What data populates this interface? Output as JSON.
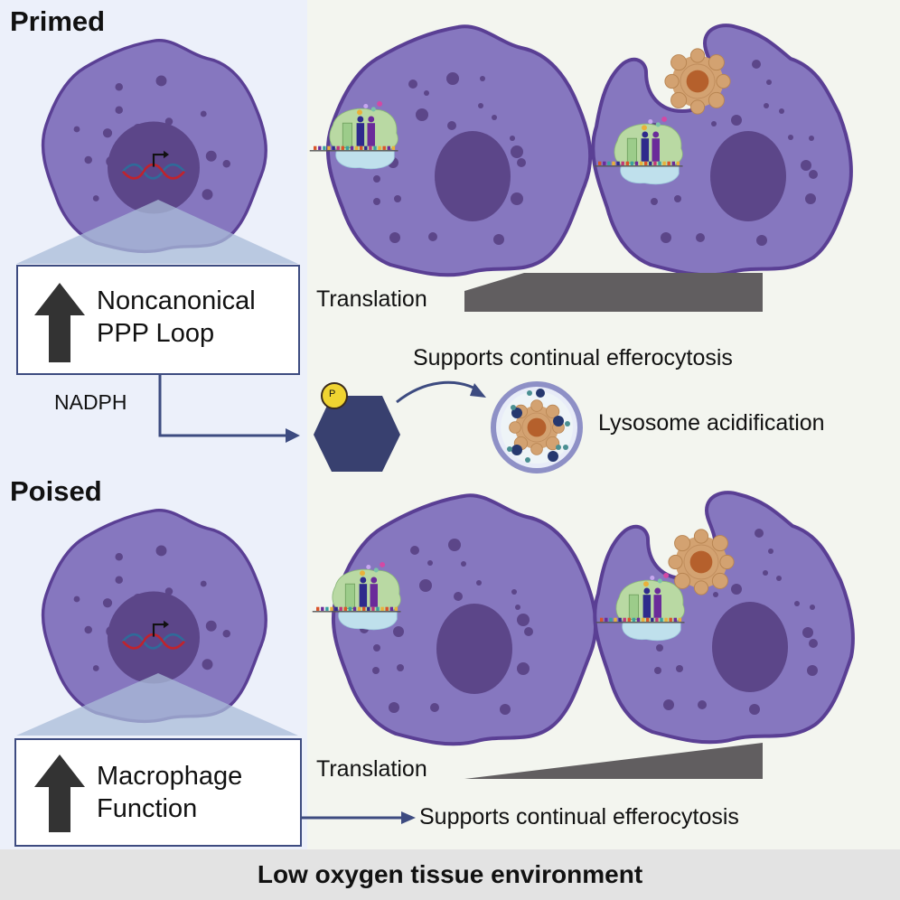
{
  "colors": {
    "left_bg": "#ecf0fa",
    "right_bg": "#f3f5ef",
    "footer_bg": "#e3e3e3",
    "cell_fill": "#8677bf",
    "cell_stroke": "#5a3f94",
    "nucleus": "#5c4689",
    "arrow_blue": "#3d4b80",
    "hexagon": "#38406f",
    "phosphate": "#f0d431",
    "translation_bar": "#615e60",
    "up_arrow": "#333333",
    "apoptotic_body": "#d3a271",
    "apoptotic_core": "#b5602c"
  },
  "top": {
    "title": "Primed",
    "box_line1": "Noncanonical",
    "box_line2": "PPP Loop",
    "box_icon": "up-arrow-icon",
    "nadph_label": "NADPH",
    "translation_label": "Translation",
    "translation_profile": "high (rises then plateaus)",
    "supports_label": "Supports continual efferocytosis",
    "lysosome_label": "Lysosome acidification",
    "phosphate_label": "P"
  },
  "bottom": {
    "title": "Poised",
    "box_line1": "Macrophage",
    "box_line2": "Function",
    "box_icon": "up-arrow-icon",
    "translation_label": "Translation",
    "translation_profile": "gradual increase",
    "supports_label": "Supports continual efferocytosis"
  },
  "footer": {
    "label": "Low oxygen tissue environment"
  }
}
